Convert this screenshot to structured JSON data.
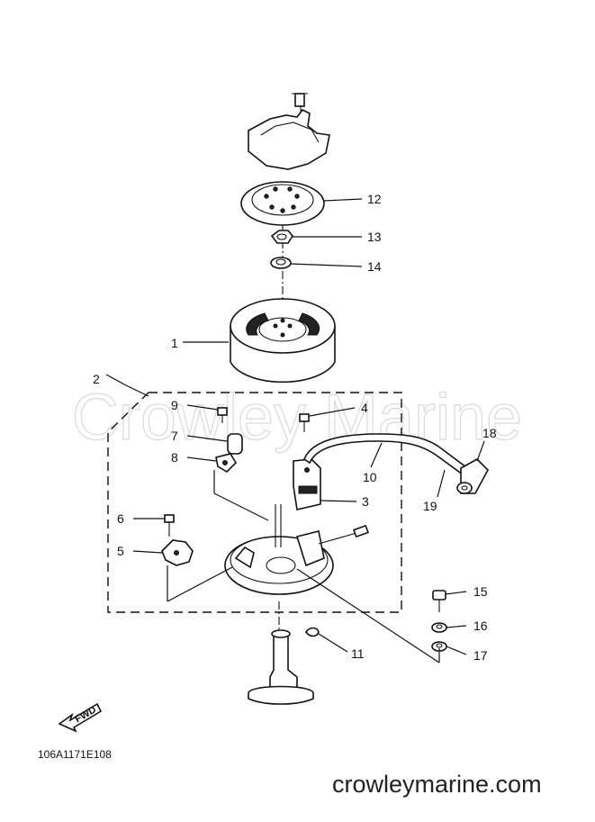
{
  "watermark": "Crowley Marine",
  "footer": {
    "code": "106A1171E108",
    "site": "crowleymarine.com"
  },
  "fwd_label": "FWD",
  "callouts": [
    "1",
    "2",
    "3",
    "4",
    "5",
    "6",
    "7",
    "8",
    "9",
    "10",
    "11",
    "12",
    "13",
    "14",
    "15",
    "16",
    "17",
    "18",
    "19"
  ]
}
